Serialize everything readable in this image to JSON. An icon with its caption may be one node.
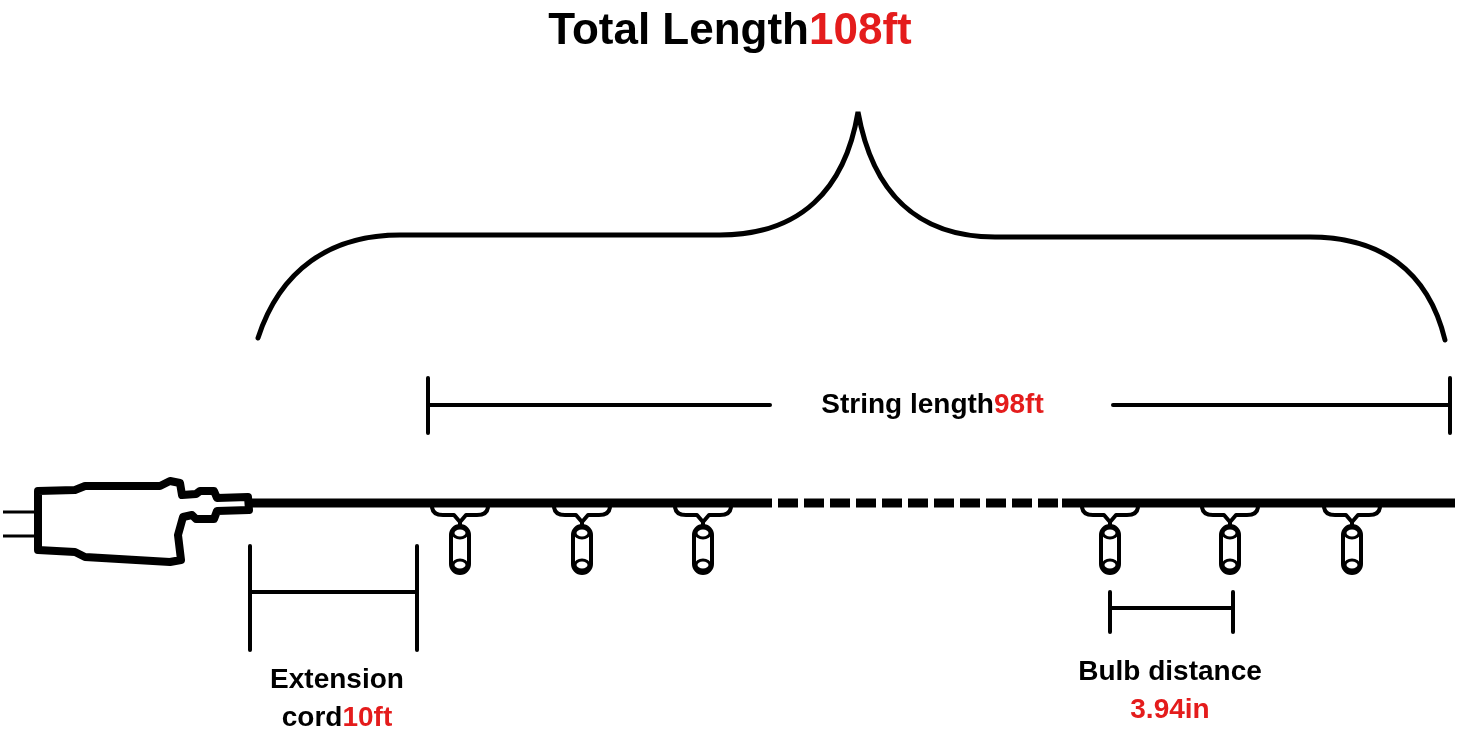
{
  "diagram": {
    "title": "Total Length**108ft**",
    "labels": [
      "String length**98ft**",
      "Extension cord**10ft**",
      "Bulb distance **3.94in**"
    ]
  }
}
